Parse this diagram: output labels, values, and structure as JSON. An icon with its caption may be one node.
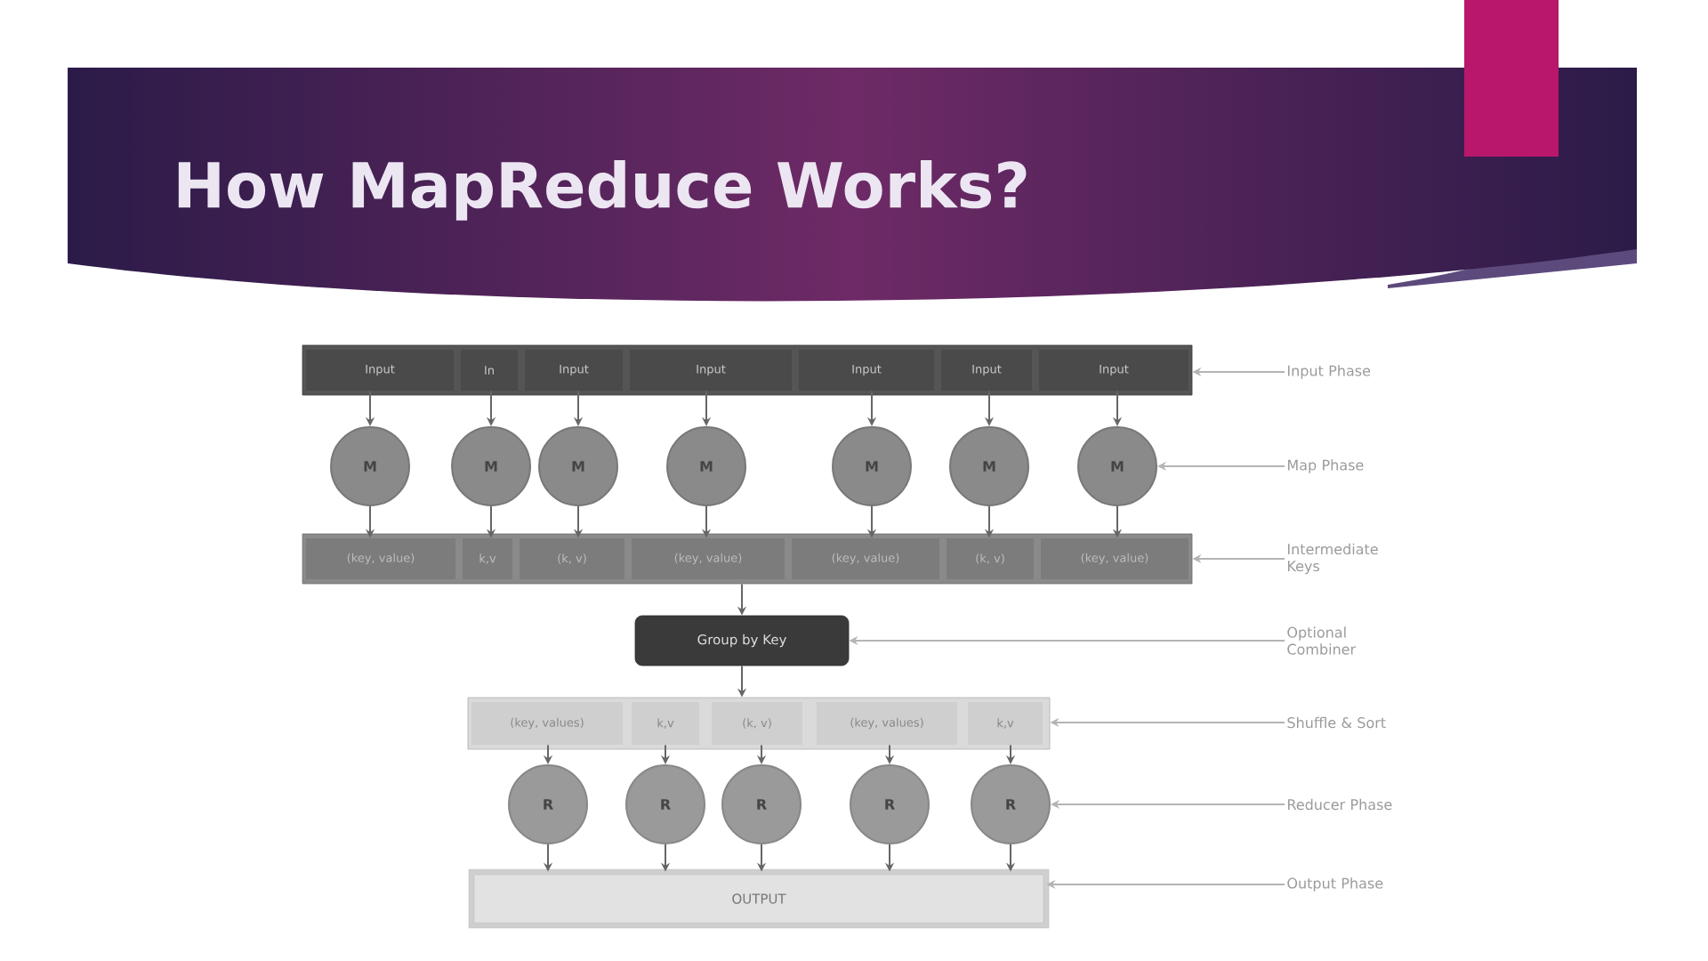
{
  "diagram": {
    "title": "How MapReduce Works?",
    "nodes": [
      {
        "text": [],
        "shape": "bar"
      },
      {
        "text": [
          "Input"
        ],
        "in": 0
      },
      {
        "text": [
          "In"
        ],
        "in": 0
      },
      {
        "text": [
          "Input"
        ],
        "in": 0
      },
      {
        "text": [
          "Input"
        ],
        "in": 0
      },
      {
        "text": [
          "Input"
        ],
        "in": 0
      },
      {
        "text": [
          "Input"
        ],
        "in": 0
      },
      {
        "text": [
          "Input"
        ],
        "in": 0
      },
      {
        "text": [
          "M"
        ]
      },
      {
        "text": [
          "M"
        ]
      },
      {
        "text": [
          "M"
        ]
      },
      {
        "text": [
          "M"
        ]
      },
      {
        "text": [
          "M"
        ]
      },
      {
        "text": [
          "M"
        ]
      },
      {
        "text": [
          "M"
        ]
      },
      {
        "text": [],
        "shape": "bar"
      },
      {
        "text": [
          "(key, value)"
        ],
        "in": 15
      },
      {
        "text": [
          "k,v"
        ],
        "in": 15
      },
      {
        "text": [
          "(k, v)"
        ],
        "in": 15
      },
      {
        "text": [
          "(key, value)"
        ],
        "in": 15
      },
      {
        "text": [
          "(key, value)"
        ],
        "in": 15
      },
      {
        "text": [
          "(k, v)"
        ],
        "in": 15
      },
      {
        "text": [
          "(key, value)"
        ],
        "in": 15
      },
      {
        "text": [
          "Group by Key"
        ]
      },
      {
        "text": [],
        "shape": "bar"
      },
      {
        "text": [
          "(key, values)"
        ],
        "in": 24
      },
      {
        "text": [
          "k,v"
        ],
        "in": 24
      },
      {
        "text": [
          "(k, v)"
        ],
        "in": 24
      },
      {
        "text": [
          "(key, values)"
        ],
        "in": 24
      },
      {
        "text": [
          "k,v"
        ],
        "in": 24
      },
      {
        "text": [
          "R"
        ]
      },
      {
        "text": [
          "R"
        ]
      },
      {
        "text": [
          "R"
        ]
      },
      {
        "text": [
          "R"
        ]
      },
      {
        "text": [
          "R"
        ]
      },
      {
        "text": [
          "OUTPUT"
        ]
      },
      {
        "text": [
          "Input Phase"
        ]
      },
      {
        "text": [
          "Map Phase"
        ]
      },
      {
        "text": [
          "Intermediate Keys"
        ]
      },
      {
        "text": [
          "Optional Combiner"
        ]
      },
      {
        "text": [
          "Shuffle & Sort"
        ]
      },
      {
        "text": [
          "Reducer Phase"
        ]
      },
      {
        "text": [
          "Output Phase"
        ]
      }
    ],
    "edges": [
      {
        "from": 1,
        "to": 8,
        "arrow": "to"
      },
      {
        "from": 2,
        "to": 9,
        "arrow": "to"
      },
      {
        "from": 3,
        "to": 10,
        "arrow": "to"
      },
      {
        "from": 4,
        "to": 11,
        "arrow": "to"
      },
      {
        "from": 5,
        "to": 12,
        "arrow": "to"
      },
      {
        "from": 6,
        "to": 13,
        "arrow": "to"
      },
      {
        "from": 7,
        "to": 14,
        "arrow": "to"
      },
      {
        "from": 8,
        "to": 16,
        "arrow": "to"
      },
      {
        "from": 9,
        "to": 17,
        "arrow": "to"
      },
      {
        "from": 10,
        "to": 18,
        "arrow": "to"
      },
      {
        "from": 11,
        "to": 19,
        "arrow": "to"
      },
      {
        "from": 12,
        "to": 20,
        "arrow": "to"
      },
      {
        "from": 13,
        "to": 21,
        "arrow": "to"
      },
      {
        "from": 14,
        "to": 22,
        "arrow": "to"
      },
      {
        "from": 15,
        "to": 23,
        "arrow": "to"
      },
      {
        "from": 23,
        "to": 24,
        "arrow": "to"
      },
      {
        "from": 25,
        "to": 30,
        "arrow": "to"
      },
      {
        "from": 26,
        "to": 31,
        "arrow": "to"
      },
      {
        "from": 27,
        "to": 32,
        "arrow": "to"
      },
      {
        "from": 28,
        "to": 33,
        "arrow": "to"
      },
      {
        "from": 29,
        "to": 34,
        "arrow": "to"
      },
      {
        "from": 30,
        "to": 35,
        "arrow": "to"
      },
      {
        "from": 31,
        "to": 35,
        "arrow": "to"
      },
      {
        "from": 32,
        "to": 35,
        "arrow": "to"
      },
      {
        "from": 33,
        "to": 35,
        "arrow": "to"
      },
      {
        "from": 34,
        "to": 35,
        "arrow": "to"
      },
      {
        "from": 36,
        "to": 0,
        "arrow": "to",
        "color": "#b4b4b4"
      },
      {
        "from": 37,
        "to": 14,
        "arrow": "to",
        "color": "#b4b4b4"
      },
      {
        "from": 38,
        "to": 15,
        "arrow": "to",
        "color": "#b4b4b4"
      },
      {
        "from": 39,
        "to": 23,
        "arrow": "to",
        "color": "#b4b4b4"
      },
      {
        "from": 40,
        "to": 24,
        "arrow": "to",
        "color": "#b4b4b4"
      },
      {
        "from": 41,
        "to": 34,
        "arrow": "to",
        "color": "#b4b4b4"
      },
      {
        "from": 42,
        "to": 35,
        "arrow": "to",
        "color": "#b4b4b4"
      }
    ]
  }
}
